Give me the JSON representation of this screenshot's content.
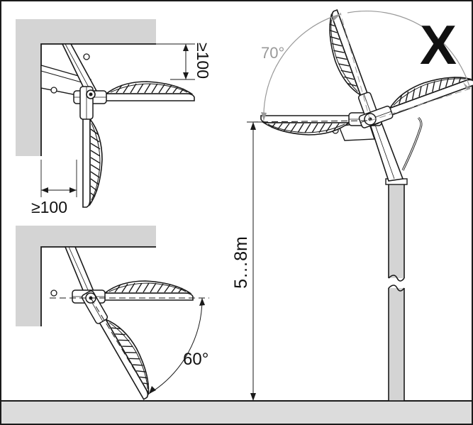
{
  "labels": {
    "clearance_vertical": "≥100",
    "clearance_horizontal": "≥100",
    "angle_wall": "60°",
    "angle_pole": "70°",
    "height_range": "5…8m",
    "forbidden_mark": "X"
  },
  "colors": {
    "wall": "#d4d4d4",
    "ground": "#dcdcdc",
    "stroke": "#1a1a1a",
    "angle_arc_light": "#999999"
  }
}
